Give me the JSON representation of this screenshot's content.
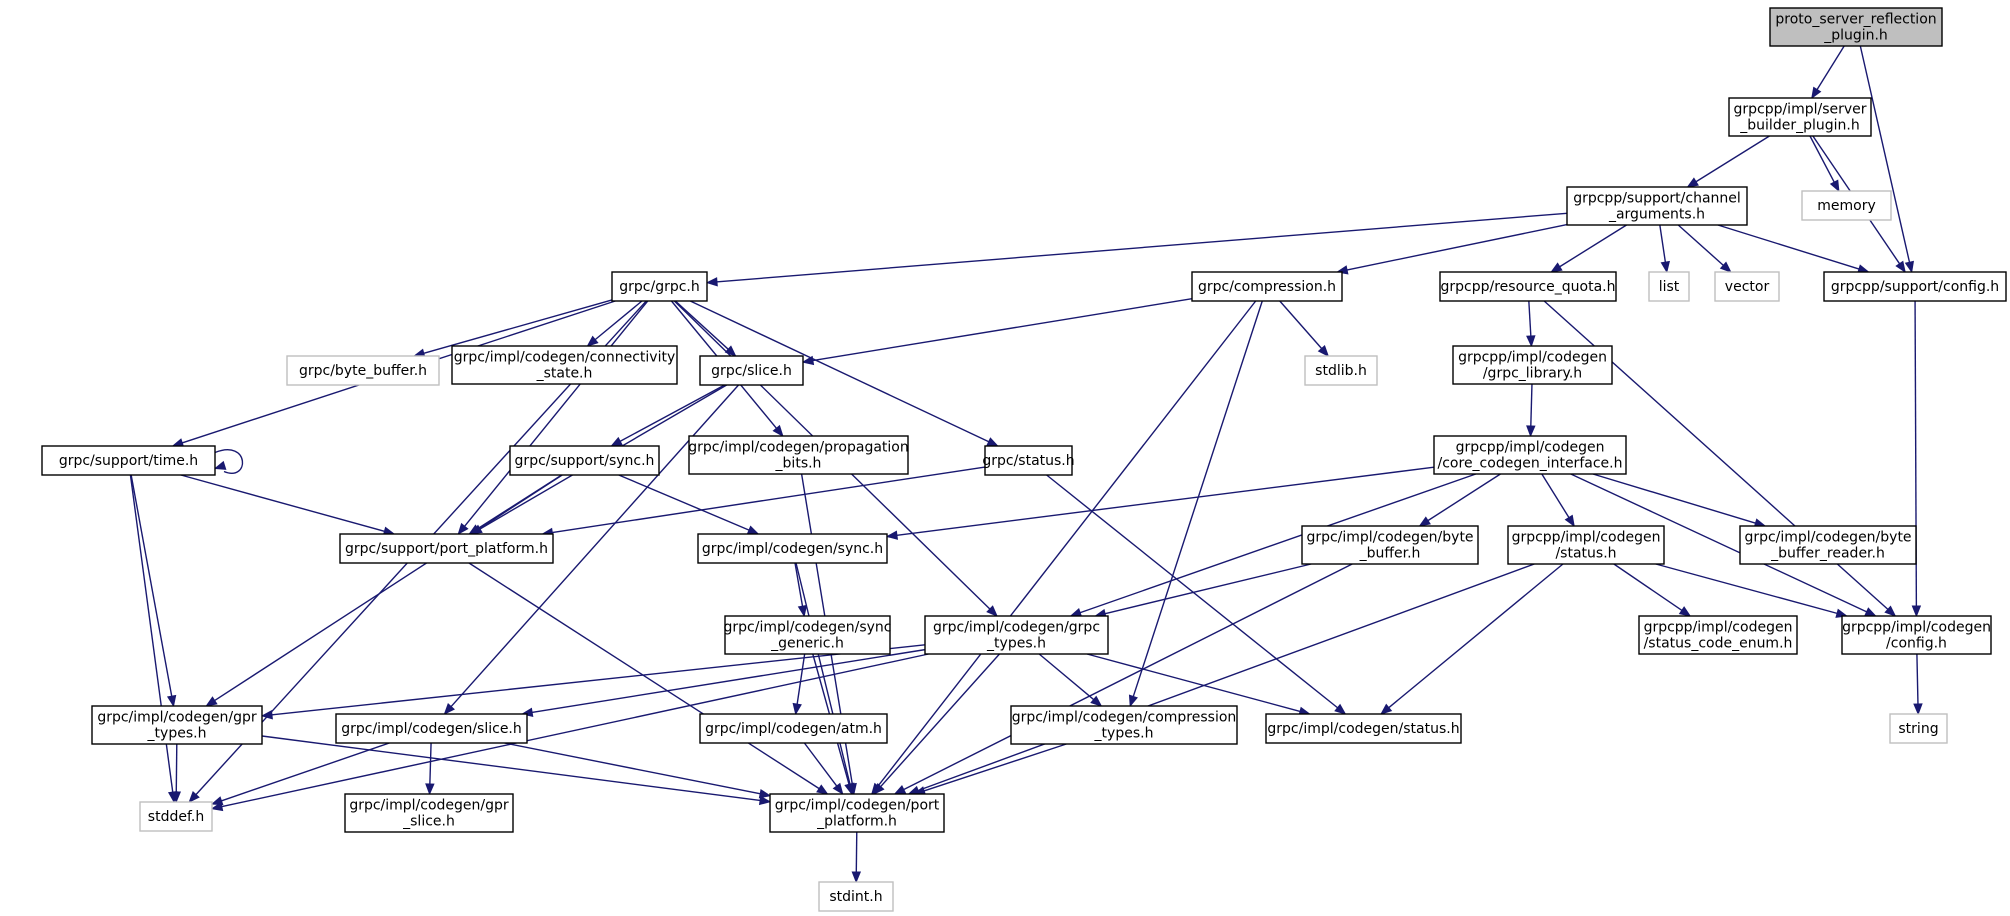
{
  "diagram": {
    "colors": {
      "edge": "#191970",
      "root_fill": "#bfbfbf",
      "node_border": "#000000",
      "external_border": "#bfbfbf",
      "background": "#ffffff"
    },
    "nodes": [
      {
        "id": "n0",
        "lines": [
          "proto_server_reflection",
          "_plugin.h"
        ],
        "style": "root"
      },
      {
        "id": "n1",
        "lines": [
          "grpcpp/impl/server",
          "_builder_plugin.h"
        ],
        "style": "std"
      },
      {
        "id": "n2",
        "lines": [
          "grpcpp/support/channel",
          "_arguments.h"
        ],
        "style": "std"
      },
      {
        "id": "n3",
        "lines": [
          "memory"
        ],
        "style": "ext"
      },
      {
        "id": "n4",
        "lines": [
          "grpcpp/support/config.h"
        ],
        "style": "std"
      },
      {
        "id": "n5",
        "lines": [
          "grpc/grpc.h"
        ],
        "style": "std"
      },
      {
        "id": "n6",
        "lines": [
          "grpc/compression.h"
        ],
        "style": "std"
      },
      {
        "id": "n7",
        "lines": [
          "grpcpp/resource_quota.h"
        ],
        "style": "std"
      },
      {
        "id": "n8",
        "lines": [
          "list"
        ],
        "style": "ext"
      },
      {
        "id": "n9",
        "lines": [
          "vector"
        ],
        "style": "ext"
      },
      {
        "id": "n10",
        "lines": [
          "grpc/byte_buffer.h"
        ],
        "style": "ext"
      },
      {
        "id": "n11",
        "lines": [
          "grpc/impl/codegen/connectivity",
          "_state.h"
        ],
        "style": "std"
      },
      {
        "id": "n12",
        "lines": [
          "grpc/slice.h"
        ],
        "style": "std"
      },
      {
        "id": "n13",
        "lines": [
          "stdlib.h"
        ],
        "style": "ext"
      },
      {
        "id": "n14",
        "lines": [
          "grpcpp/impl/codegen",
          "/grpc_library.h"
        ],
        "style": "std"
      },
      {
        "id": "n15",
        "lines": [
          "grpc/support/time.h"
        ],
        "style": "std"
      },
      {
        "id": "n16",
        "lines": [
          "grpc/support/sync.h"
        ],
        "style": "std"
      },
      {
        "id": "n17",
        "lines": [
          "grpc/impl/codegen/propagation",
          "_bits.h"
        ],
        "style": "std"
      },
      {
        "id": "n18",
        "lines": [
          "grpc/status.h"
        ],
        "style": "std"
      },
      {
        "id": "n19",
        "lines": [
          "grpcpp/impl/codegen",
          "/core_codegen_interface.h"
        ],
        "style": "std"
      },
      {
        "id": "n20",
        "lines": [
          "grpc/support/port_platform.h"
        ],
        "style": "std"
      },
      {
        "id": "n21",
        "lines": [
          "grpc/impl/codegen/sync.h"
        ],
        "style": "std"
      },
      {
        "id": "n22",
        "lines": [
          "grpc/impl/codegen/byte",
          "_buffer.h"
        ],
        "style": "std"
      },
      {
        "id": "n23",
        "lines": [
          "grpcpp/impl/codegen",
          "/status.h"
        ],
        "style": "std"
      },
      {
        "id": "n24",
        "lines": [
          "grpc/impl/codegen/byte",
          "_buffer_reader.h"
        ],
        "style": "std"
      },
      {
        "id": "n25",
        "lines": [
          "grpc/impl/codegen/sync",
          "_generic.h"
        ],
        "style": "std"
      },
      {
        "id": "n26",
        "lines": [
          "grpc/impl/codegen/grpc",
          "_types.h"
        ],
        "style": "std"
      },
      {
        "id": "n27",
        "lines": [
          "grpcpp/impl/codegen",
          "/status_code_enum.h"
        ],
        "style": "std"
      },
      {
        "id": "n28",
        "lines": [
          "grpcpp/impl/codegen",
          "/config.h"
        ],
        "style": "std"
      },
      {
        "id": "n29",
        "lines": [
          "grpc/impl/codegen/gpr",
          "_types.h"
        ],
        "style": "std"
      },
      {
        "id": "n30",
        "lines": [
          "grpc/impl/codegen/slice.h"
        ],
        "style": "std"
      },
      {
        "id": "n31",
        "lines": [
          "grpc/impl/codegen/atm.h"
        ],
        "style": "std"
      },
      {
        "id": "n32",
        "lines": [
          "grpc/impl/codegen/compression",
          "_types.h"
        ],
        "style": "std"
      },
      {
        "id": "n33",
        "lines": [
          "grpc/impl/codegen/status.h"
        ],
        "style": "std"
      },
      {
        "id": "n34",
        "lines": [
          "string"
        ],
        "style": "ext"
      },
      {
        "id": "n35",
        "lines": [
          "stddef.h"
        ],
        "style": "ext"
      },
      {
        "id": "n36",
        "lines": [
          "grpc/impl/codegen/gpr",
          "_slice.h"
        ],
        "style": "std"
      },
      {
        "id": "n37",
        "lines": [
          "grpc/impl/codegen/port",
          "_platform.h"
        ],
        "style": "std"
      },
      {
        "id": "n38",
        "lines": [
          "stdint.h"
        ],
        "style": "ext"
      }
    ],
    "edges": [
      [
        "n0",
        "n1"
      ],
      [
        "n0",
        "n4"
      ],
      [
        "n1",
        "n2"
      ],
      [
        "n1",
        "n3"
      ],
      [
        "n1",
        "n4"
      ],
      [
        "n2",
        "n5"
      ],
      [
        "n2",
        "n6"
      ],
      [
        "n2",
        "n7"
      ],
      [
        "n2",
        "n8"
      ],
      [
        "n2",
        "n9"
      ],
      [
        "n2",
        "n4"
      ],
      [
        "n5",
        "n10"
      ],
      [
        "n5",
        "n11"
      ],
      [
        "n5",
        "n12"
      ],
      [
        "n5",
        "n17"
      ],
      [
        "n5",
        "n18"
      ],
      [
        "n5",
        "n26"
      ],
      [
        "n5",
        "n15"
      ],
      [
        "n5",
        "n20"
      ],
      [
        "n5",
        "n35"
      ],
      [
        "n6",
        "n12"
      ],
      [
        "n6",
        "n13"
      ],
      [
        "n6",
        "n32"
      ],
      [
        "n6",
        "n37"
      ],
      [
        "n7",
        "n14"
      ],
      [
        "n7",
        "n28"
      ],
      [
        "n4",
        "n28"
      ],
      [
        "n12",
        "n16"
      ],
      [
        "n12",
        "n20"
      ],
      [
        "n12",
        "n30"
      ],
      [
        "n14",
        "n19"
      ],
      [
        "n15",
        "n15"
      ],
      [
        "n15",
        "n20"
      ],
      [
        "n15",
        "n29"
      ],
      [
        "n15",
        "n35"
      ],
      [
        "n16",
        "n20"
      ],
      [
        "n16",
        "n21"
      ],
      [
        "n16",
        "n29"
      ],
      [
        "n17",
        "n37"
      ],
      [
        "n18",
        "n20"
      ],
      [
        "n18",
        "n33"
      ],
      [
        "n19",
        "n21"
      ],
      [
        "n19",
        "n22"
      ],
      [
        "n19",
        "n23"
      ],
      [
        "n19",
        "n24"
      ],
      [
        "n19",
        "n26"
      ],
      [
        "n19",
        "n28"
      ],
      [
        "n20",
        "n37"
      ],
      [
        "n21",
        "n25"
      ],
      [
        "n21",
        "n37"
      ],
      [
        "n22",
        "n26"
      ],
      [
        "n22",
        "n37"
      ],
      [
        "n23",
        "n27"
      ],
      [
        "n23",
        "n28"
      ],
      [
        "n23",
        "n33"
      ],
      [
        "n23",
        "n37"
      ],
      [
        "n25",
        "n31"
      ],
      [
        "n25",
        "n37"
      ],
      [
        "n26",
        "n29"
      ],
      [
        "n26",
        "n30"
      ],
      [
        "n26",
        "n32"
      ],
      [
        "n26",
        "n33"
      ],
      [
        "n26",
        "n37"
      ],
      [
        "n26",
        "n35"
      ],
      [
        "n28",
        "n34"
      ],
      [
        "n29",
        "n35"
      ],
      [
        "n29",
        "n37"
      ],
      [
        "n30",
        "n35"
      ],
      [
        "n30",
        "n36"
      ],
      [
        "n30",
        "n37"
      ],
      [
        "n31",
        "n37"
      ],
      [
        "n32",
        "n37"
      ],
      [
        "n37",
        "n38"
      ]
    ]
  }
}
